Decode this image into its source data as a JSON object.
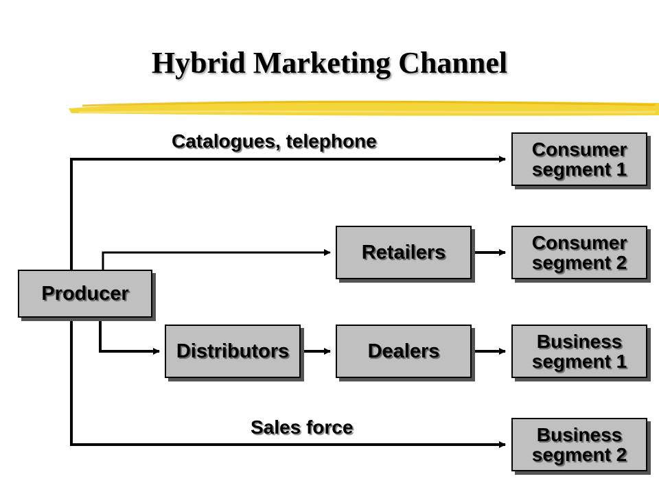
{
  "title": "Hybrid Marketing Channel",
  "colors": {
    "box_fill": "#c0c0c0",
    "highlight_stroke": "#f2d024"
  },
  "nodes": {
    "producer": "Producer",
    "retailers": "Retailers",
    "distributors": "Distributors",
    "dealers": "Dealers",
    "consumer1": "Consumer\nsegment 1",
    "consumer2": "Consumer\nsegment 2",
    "business1": "Business\nsegment 1",
    "business2": "Business\nsegment 2"
  },
  "edge_labels": {
    "catalogues": "Catalogues, telephone",
    "sales_force": "Sales force"
  }
}
